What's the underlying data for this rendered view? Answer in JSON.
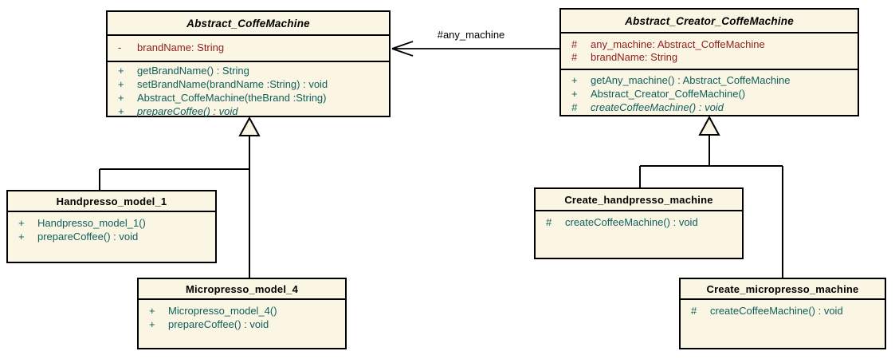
{
  "diagram_type": "uml-class-diagram",
  "colors": {
    "box_fill": "#FBF5E3",
    "border": "#000000",
    "attribute_text": "#8E1F1F",
    "method_text": "#10605E",
    "title_text": "#000000"
  },
  "association": {
    "label": "#any_machine"
  },
  "classes": {
    "abstract_coffemachine": {
      "name": "Abstract_CoffeMachine",
      "attributes": [
        {
          "vis": "-",
          "text": "brandName: String"
        }
      ],
      "methods": [
        {
          "vis": "+",
          "text": "getBrandName() : String"
        },
        {
          "vis": "+",
          "text": "setBrandName(brandName :String) : void"
        },
        {
          "vis": "+",
          "text": "Abstract_CoffeMachine(theBrand :String)"
        },
        {
          "vis": "+",
          "text": "prepareCoffee() : void"
        }
      ]
    },
    "abstract_creator_coffemachine": {
      "name": "Abstract_Creator_CoffeMachine",
      "attributes": [
        {
          "vis": "#",
          "text": "any_machine: Abstract_CoffeMachine"
        },
        {
          "vis": "#",
          "text": "brandName: String"
        }
      ],
      "methods": [
        {
          "vis": "+",
          "text": "getAny_machine() : Abstract_CoffeMachine"
        },
        {
          "vis": "+",
          "text": "Abstract_Creator_CoffeMachine()"
        },
        {
          "vis": "#",
          "text": "createCoffeeMachine() : void"
        }
      ]
    },
    "handpresso_model_1": {
      "name": "Handpresso_model_1",
      "methods": [
        {
          "vis": "+",
          "text": "Handpresso_model_1()"
        },
        {
          "vis": "+",
          "text": "prepareCoffee() : void"
        }
      ]
    },
    "micropresso_model_4": {
      "name": "Micropresso_model_4",
      "methods": [
        {
          "vis": "+",
          "text": "Micropresso_model_4()"
        },
        {
          "vis": "+",
          "text": "prepareCoffee() : void"
        }
      ]
    },
    "create_handpresso_machine": {
      "name": "Create_handpresso_machine",
      "methods": [
        {
          "vis": "#",
          "text": "createCoffeeMachine() : void"
        }
      ]
    },
    "create_micropresso_machine": {
      "name": "Create_micropresso_machine",
      "methods": [
        {
          "vis": "#",
          "text": "createCoffeeMachine() : void"
        }
      ]
    }
  }
}
